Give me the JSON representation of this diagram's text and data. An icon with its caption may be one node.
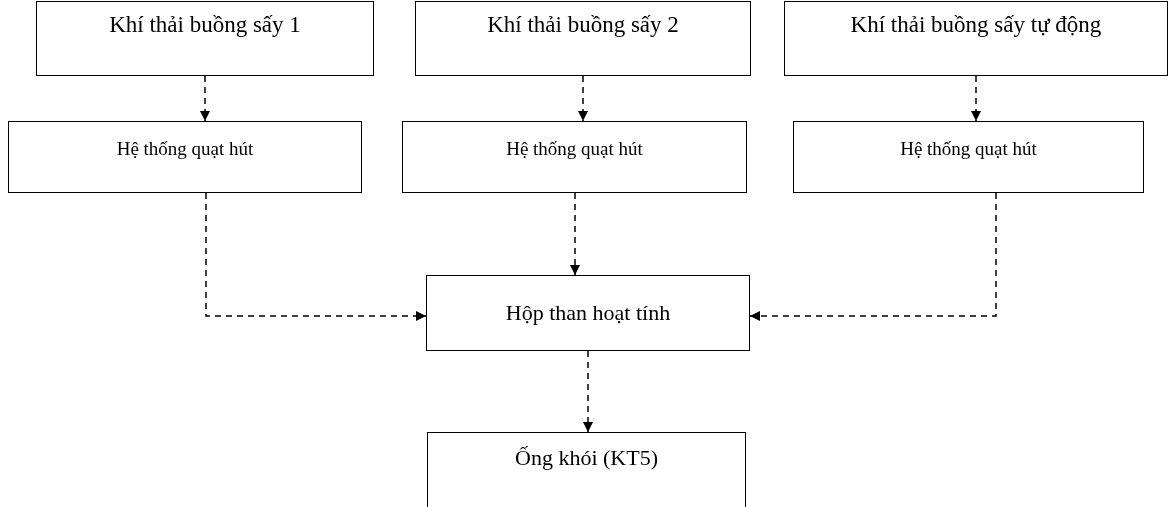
{
  "diagram": {
    "nodes": [
      {
        "text": [
          "Khí thải buồng sấy 1"
        ]
      },
      {
        "text": [
          "Khí thải buồng sấy 2"
        ]
      },
      {
        "text": [
          "Khí thải buồng sấy tự động"
        ]
      },
      {
        "text": [
          "Hệ thống quạt hút"
        ]
      },
      {
        "text": [
          "Hệ thống quạt hút"
        ]
      },
      {
        "text": [
          "Hệ thống quạt hút"
        ]
      },
      {
        "text": [
          "Hộp than hoạt tính"
        ]
      },
      {
        "text": [
          "Ống khói (KT5)"
        ]
      }
    ],
    "edges": [
      {
        "from": 0,
        "to": 3,
        "arrow": "to",
        "style": "dashed"
      },
      {
        "from": 1,
        "to": 4,
        "arrow": "to",
        "style": "dashed"
      },
      {
        "from": 2,
        "to": 5,
        "arrow": "to",
        "style": "dashed"
      },
      {
        "from": 3,
        "to": 6,
        "arrow": "to",
        "style": "dashed"
      },
      {
        "from": 4,
        "to": 6,
        "arrow": "to",
        "style": "dashed"
      },
      {
        "from": 5,
        "to": 6,
        "arrow": "to",
        "style": "dashed"
      },
      {
        "from": 6,
        "to": 7,
        "arrow": "to",
        "style": "dashed"
      }
    ]
  }
}
